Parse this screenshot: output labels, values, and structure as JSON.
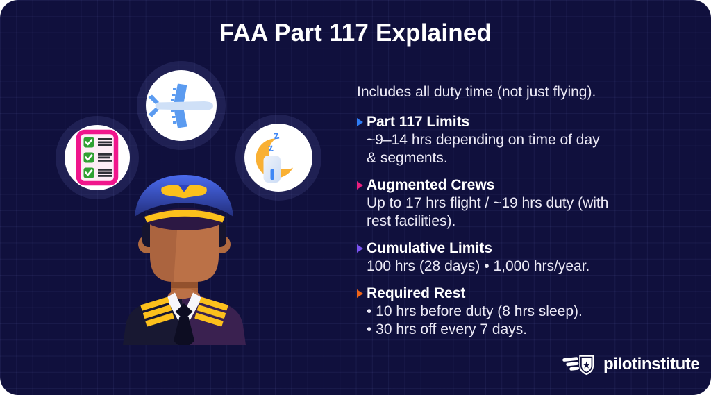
{
  "title": "FAA Part 117 Explained",
  "intro": "Includes all duty time (not just flying).",
  "sections": [
    {
      "heading": "Part 117 Limits",
      "arrow_color": "#2e7df6",
      "lines": [
        "~9–14 hrs depending on time of day",
        "& segments."
      ]
    },
    {
      "heading": "Augmented Crews",
      "arrow_color": "#ea1e7e",
      "lines": [
        "Up to 17 hrs flight / ~19 hrs duty (with",
        "rest facilities)."
      ]
    },
    {
      "heading": "Cumulative Limits",
      "arrow_color": "#7a52f0",
      "lines": [
        "100 hrs (28 days) • 1,000 hrs/year."
      ]
    },
    {
      "heading": "Required Rest",
      "arrow_color": "#ef6418",
      "lines": [
        "• 10 hrs before duty (8 hrs sleep).",
        "• 30 hrs off every 7 days."
      ]
    }
  ],
  "illustration": {
    "figure": "pilot-avatar",
    "icons": [
      "checklist-icon",
      "airplane-icon",
      "sleep-moon-icon"
    ],
    "sleep_z": "z"
  },
  "logo": {
    "text": "pilotinstitute",
    "icon": "winged-shield-star",
    "star_glyph": "★"
  },
  "colors": {
    "background": "#10103d",
    "grid_line": "#8e96f0",
    "title_text": "#ffffff",
    "body_text": "#eceaf6",
    "arrow_blue": "#2e7df6",
    "arrow_pink": "#ea1e7e",
    "arrow_purple": "#7a52f0",
    "arrow_orange": "#ef6418",
    "hat_blue": "#3b5ce8",
    "gold": "#fcc01c",
    "moon_orange": "#f9b034",
    "check_green": "#2fa133",
    "checklist_pink": "#f0168c",
    "plane_blue": "#5b9bf0",
    "circle_white": "#ffffff"
  }
}
